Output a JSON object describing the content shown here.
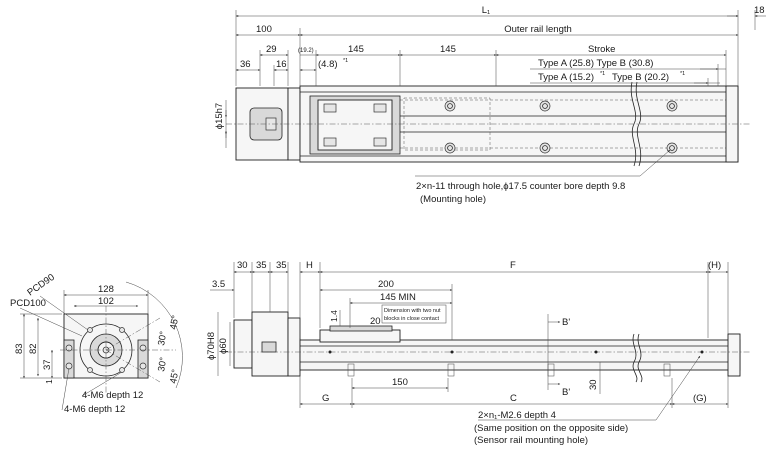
{
  "top_view": {
    "dims": {
      "L1": "L₁",
      "end_18": "18",
      "d100": "100",
      "outer_rail_length": "Outer rail length",
      "d29": "29",
      "d19_2": "(19.2)",
      "d145_a": "145",
      "d145_b": "145",
      "stroke": "Stroke",
      "d36": "36",
      "d16": "16",
      "d4_8": "(4.8)",
      "star1_a": "*1",
      "type_ab": "Type A (25.8) Type B (30.8)",
      "type_ab2": "Type A (15.2)",
      "star1_b": "*1",
      "type_b2": "Type B (20.2)",
      "star1_c": "*1",
      "phi15": "ϕ15h7"
    },
    "note1": "2×n-11 through hole,ϕ17.5 counter bore depth 9.8",
    "note2": "(Mounting hole)"
  },
  "side_view": {
    "dims": {
      "d30": "30",
      "d35_a": "35",
      "d35_b": "35",
      "H": "H",
      "F": "F",
      "H_paren": "(H)",
      "d3_5": "3.5",
      "d200": "200",
      "d145min": "145 MIN",
      "min_note_1": "Dimension with two nut",
      "min_note_2": "blocks in close contact",
      "d1_4": "1.4",
      "d20": "20",
      "phi70": "ϕ70H8",
      "phi60": "ϕ60",
      "d150": "150",
      "d30v": "30",
      "G": "G",
      "C": "C",
      "G_paren": "(G)",
      "B_top": "B'",
      "B_bot": "B'"
    },
    "note1": "2×n₁-M2.6 depth 4",
    "note2": "(Same position on the opposite side)",
    "note3": "(Sensor rail mounting hole)"
  },
  "end_view": {
    "dims": {
      "d128": "128",
      "d102": "102",
      "pcd90": "PCD90",
      "pcd100": "PCD100",
      "d83": "83",
      "d82": "82",
      "d37": "37",
      "d1": "1",
      "a45_top": "45°",
      "a30_top": "30°",
      "a30_bot": "30°",
      "a45_bot": "45°"
    },
    "note1": "4-M6 depth 12",
    "note2": "4-M6 depth 12"
  }
}
